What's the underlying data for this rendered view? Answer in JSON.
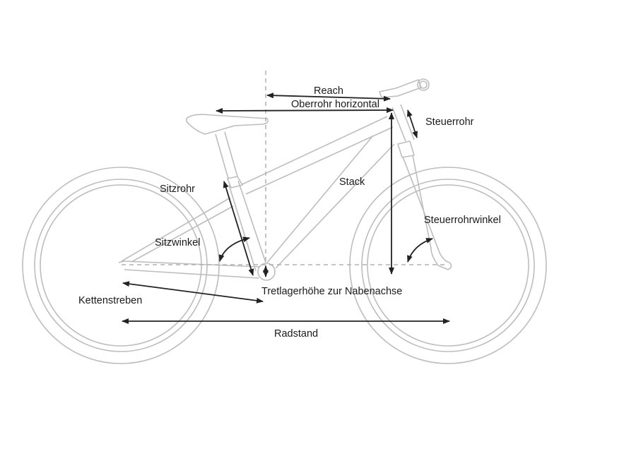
{
  "diagram": {
    "title": "Bike geometry",
    "labels": {
      "reach": "Reach",
      "top_tube": "Oberrohr horizontal",
      "head_tube": "Steuerrohr",
      "stack": "Stack",
      "seat_tube": "Sitzrohr",
      "seat_angle": "Sitzwinkel",
      "head_angle": "Steuerrohrwinkel",
      "bb_drop": "Tretlagerhöhe zur Nabenachse",
      "chainstays": "Kettenstreben",
      "wheelbase": "Radstand"
    },
    "colors": {
      "frame": "#bdbdbd",
      "dimension": "#222222",
      "text": "#1a1a1a"
    }
  }
}
